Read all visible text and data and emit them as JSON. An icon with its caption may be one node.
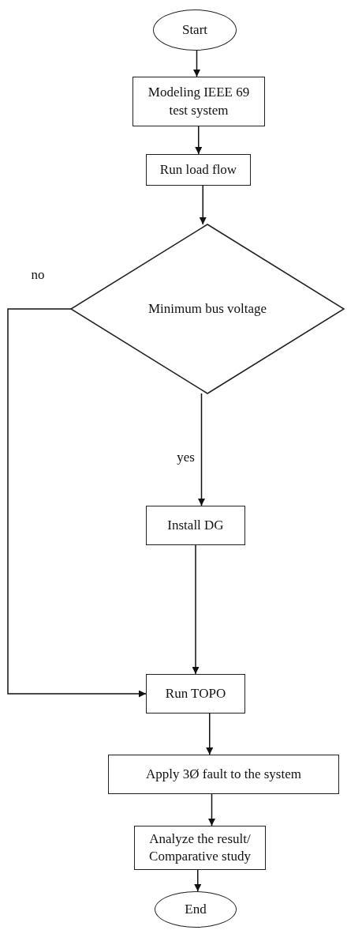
{
  "diagram": {
    "nodes": [
      {
        "text": [
          "Start"
        ]
      },
      {
        "text": [
          "Modeling IEEE 69 test system"
        ]
      },
      {
        "text": [
          "Run load flow"
        ]
      },
      {
        "text": [
          "Minimum bus voltage"
        ]
      },
      {
        "text": [
          "Install DG"
        ]
      },
      {
        "text": [
          "Run TOPO"
        ]
      },
      {
        "text": [
          "Apply 3Ø fault to the system"
        ]
      },
      {
        "text": [
          "Analyze the result/ Comparative study"
        ]
      },
      {
        "text": [
          "End"
        ]
      }
    ],
    "edges": [
      {
        "from": 0,
        "to": 1,
        "arrow": "to"
      },
      {
        "from": 1,
        "to": 2,
        "arrow": "to"
      },
      {
        "from": 2,
        "to": 3,
        "arrow": "to"
      },
      {
        "from": 3,
        "to": 4,
        "arrow": "to",
        "label": "yes"
      },
      {
        "from": 3,
        "to": 5,
        "arrow": "to",
        "label": "no"
      },
      {
        "from": 4,
        "to": 5,
        "arrow": "to"
      },
      {
        "from": 5,
        "to": 6,
        "arrow": "to"
      },
      {
        "from": 6,
        "to": 7,
        "arrow": "to"
      },
      {
        "from": 7,
        "to": 8,
        "arrow": "to"
      }
    ]
  }
}
